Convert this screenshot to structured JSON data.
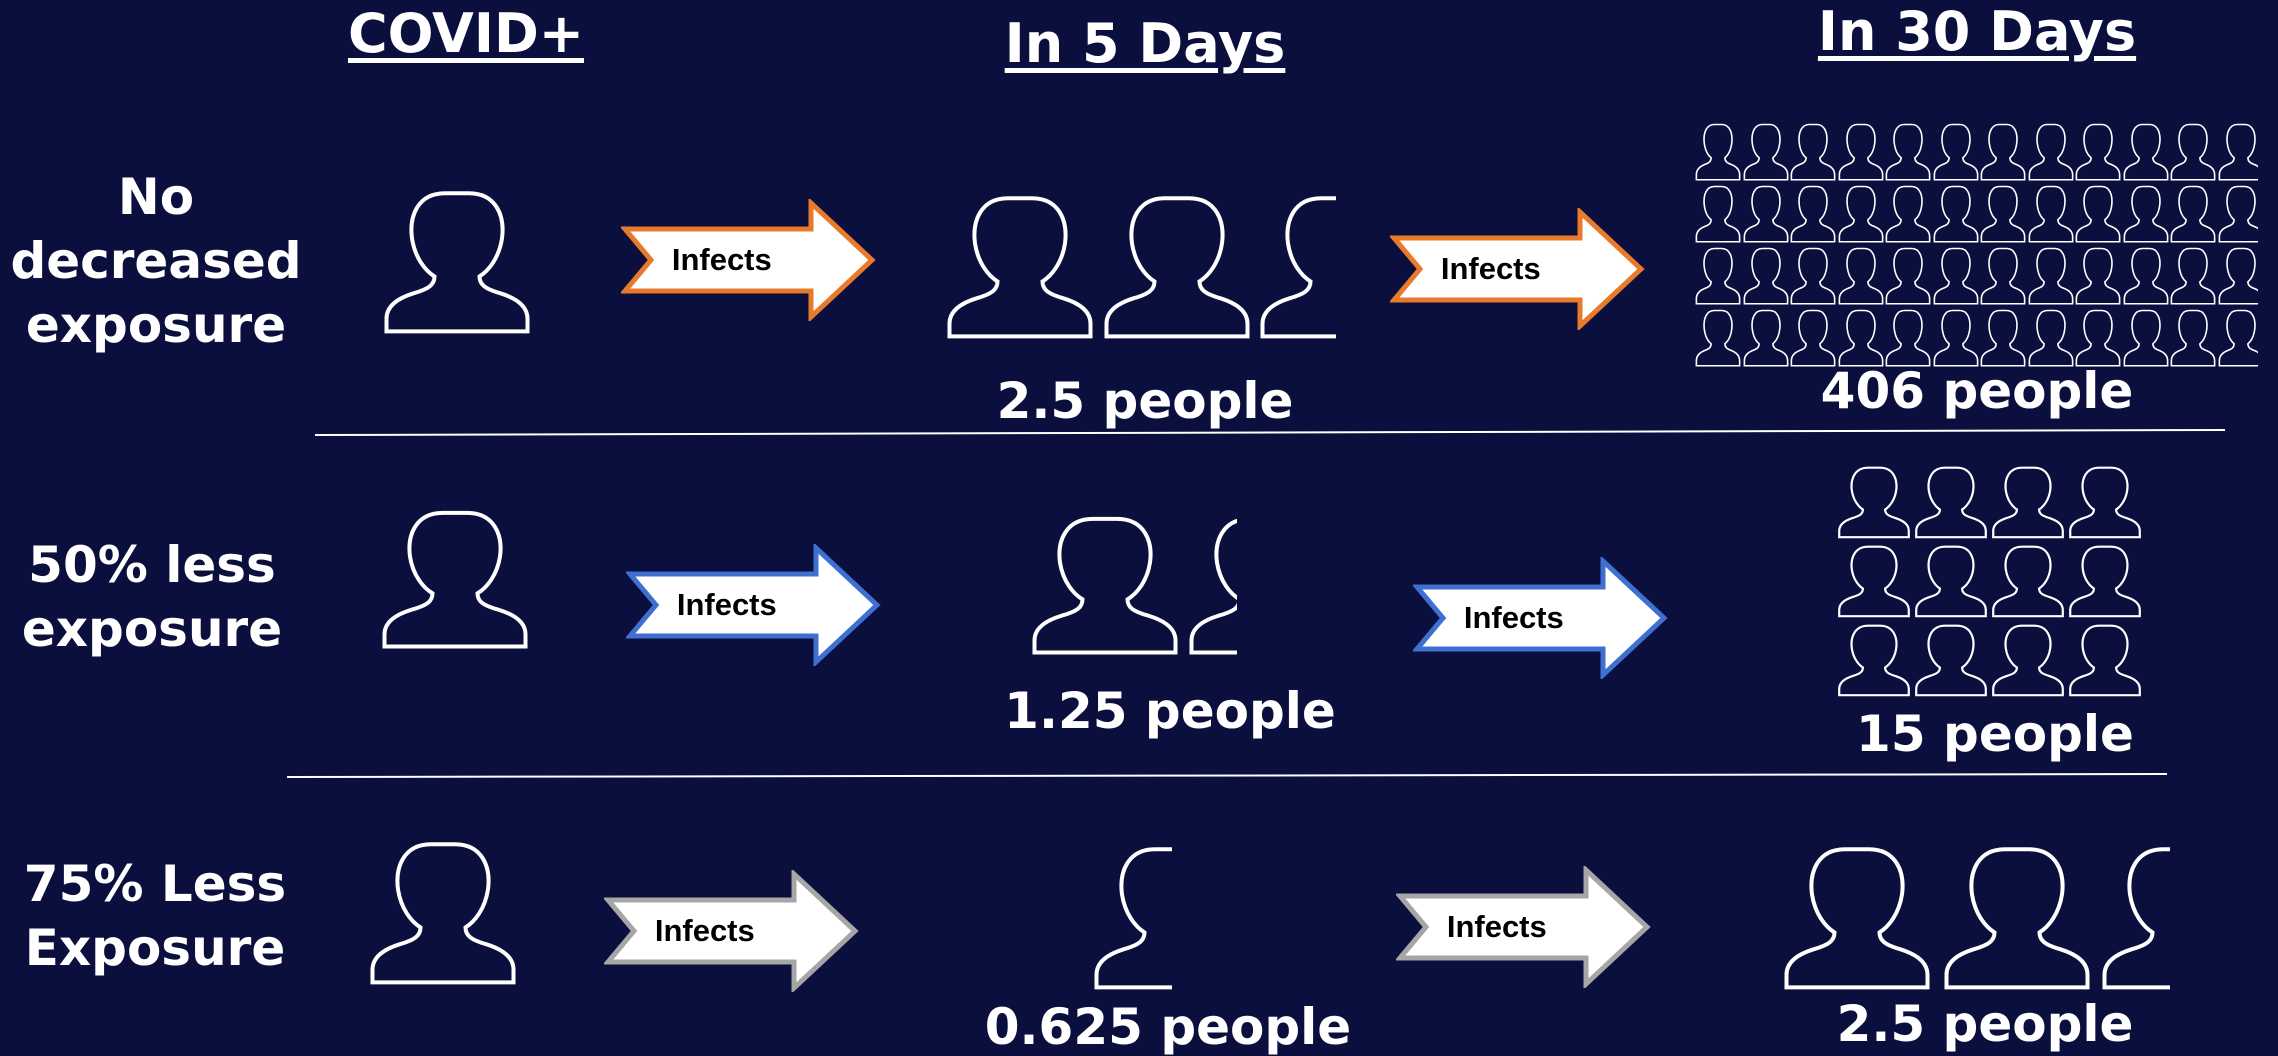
{
  "headers": {
    "covid": "COVID+",
    "five_days": "In 5 Days",
    "thirty_days": "In 30 Days"
  },
  "rows": [
    {
      "label_lines": [
        "No",
        "decreased",
        "exposure"
      ],
      "arrow1": "Infects",
      "arrow2": "Infects",
      "five_day_count": "2.5 people",
      "thirty_day_count": "406 people",
      "arrow_color": "#e87a2c"
    },
    {
      "label_lines": [
        "50% less",
        "exposure"
      ],
      "arrow1": "Infects",
      "arrow2": "Infects",
      "five_day_count": "1.25 people",
      "thirty_day_count": "15 people",
      "arrow_color": "#3f6fd0"
    },
    {
      "label_lines": [
        "75% Less",
        "Exposure"
      ],
      "arrow1": "Infects",
      "arrow2": "Infects",
      "five_day_count": "0.625 people",
      "thirty_day_count": "2.5 people",
      "arrow_color": "#a6a6a6"
    }
  ],
  "colors": {
    "background": "#0a0f3d",
    "outline": "#ffffff"
  },
  "icons": {
    "person": "person-outline-icon",
    "arrow": "right-arrow-icon"
  }
}
